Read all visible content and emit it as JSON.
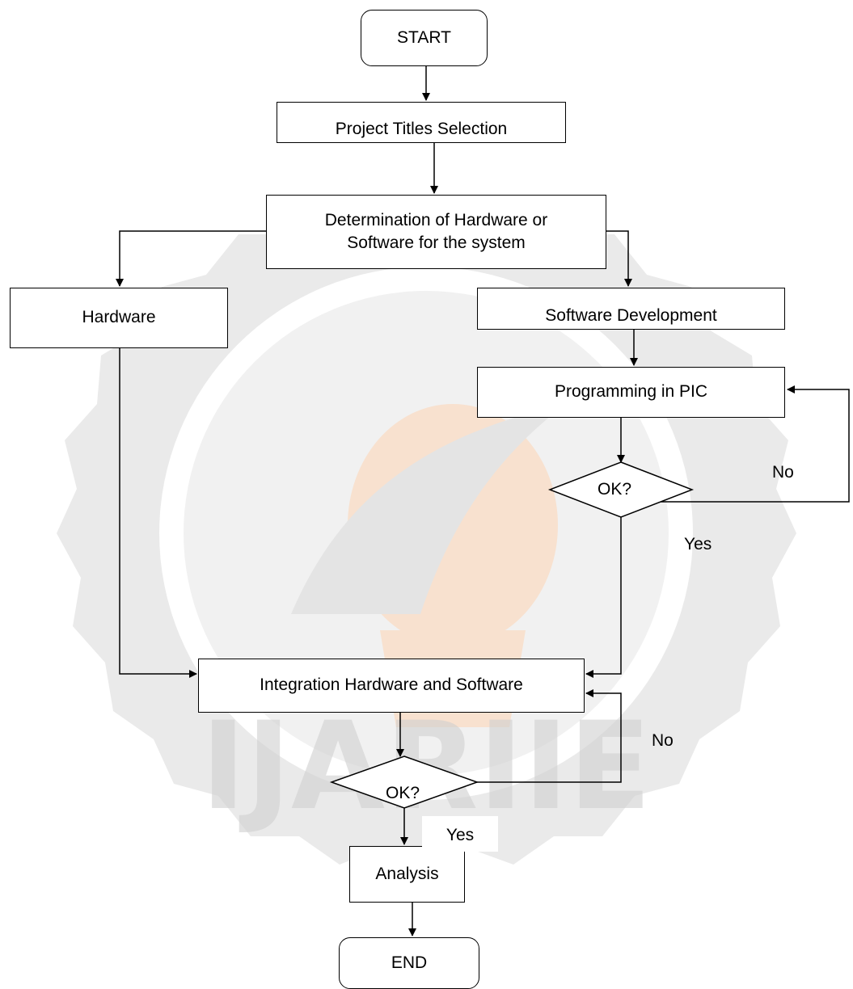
{
  "flowchart": {
    "nodes": {
      "start": "START",
      "titles": "Project Titles Selection",
      "determine_line1": "Determination of Hardware or",
      "determine_line2": "Software for the system",
      "hardware": "Hardware",
      "software": "Software Development",
      "program": "Programming in PIC",
      "decision1": "OK?",
      "integrate": "Integration Hardware and Software",
      "decision2": "OK?",
      "analysis": "Analysis",
      "end": "END"
    },
    "edge_labels": {
      "no1": "No",
      "yes1": "Yes",
      "no2": "No",
      "yes2": "Yes"
    }
  },
  "watermark": {
    "text": "IJARIIE",
    "seal_color": "#d9d9d9",
    "bulb_color": "#f3c9a8"
  }
}
